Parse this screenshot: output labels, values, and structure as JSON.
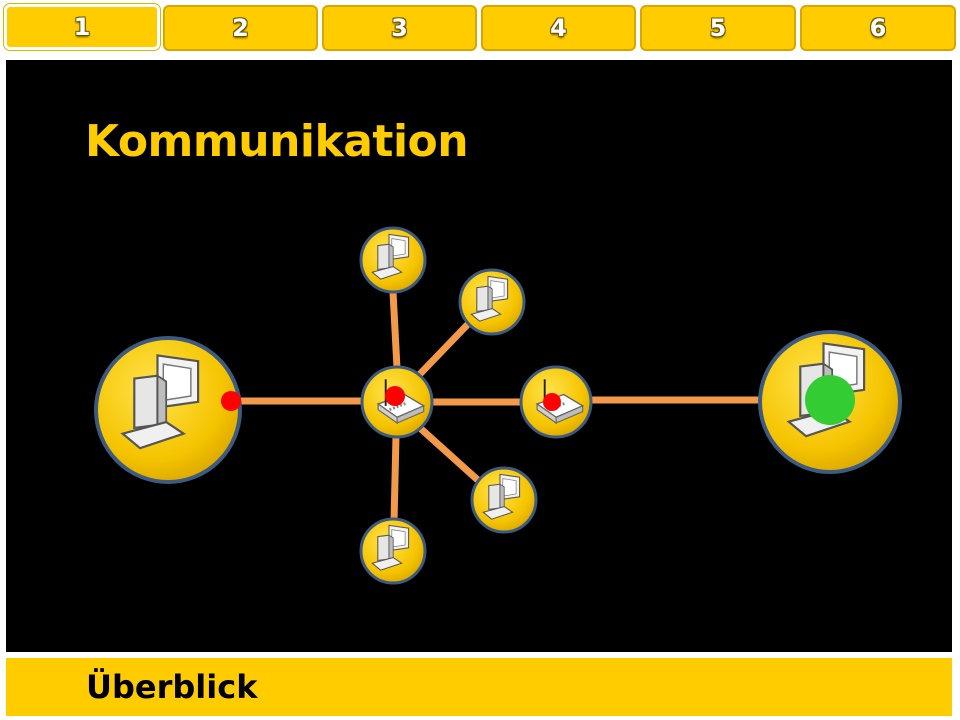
{
  "tabs": [
    {
      "label": "1",
      "active": true
    },
    {
      "label": "2",
      "active": false
    },
    {
      "label": "3",
      "active": false
    },
    {
      "label": "4",
      "active": false
    },
    {
      "label": "5",
      "active": false
    },
    {
      "label": "6",
      "active": false
    }
  ],
  "slide": {
    "title": "Kommunikation",
    "footer": "Überblick"
  },
  "colors": {
    "accent": "#ffcc00",
    "background": "#000000",
    "link": "#f39a4a",
    "marker_red": "#ff0000",
    "marker_green": "#33cc33"
  },
  "icons": {
    "client": "computer-icon",
    "router": "router-icon",
    "sender_marker": "red-dot-icon",
    "receiver_marker": "green-dot-icon"
  }
}
